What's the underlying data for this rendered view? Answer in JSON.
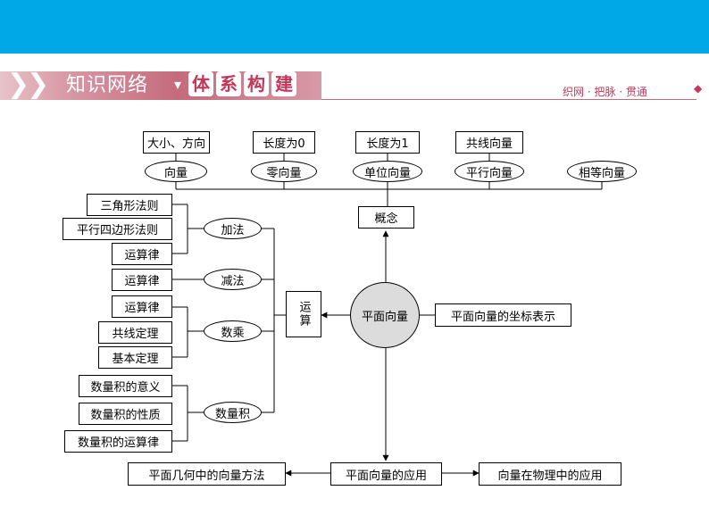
{
  "banner": {
    "title_left": "知识网络",
    "title_right_chars": [
      "体",
      "系",
      "构",
      "建"
    ],
    "subtitle": "织网 · 把脉 · 贯通"
  },
  "diagram": {
    "center": "平面向量",
    "concept": "概念",
    "operation": "运算",
    "coordinate": "平面向量的坐标表示",
    "application": "平面向量的应用",
    "app_left": "平面几何中的向量方法",
    "app_right": "向量在物理中的应用",
    "concepts_top": [
      "大小、方向",
      "长度为0",
      "长度为1",
      "共线向量"
    ],
    "concepts_ellipse": [
      "向量",
      "零向量",
      "单位向量",
      "平行向量",
      "相等向量"
    ],
    "ops": [
      "加法",
      "减法",
      "数乘",
      "数量积"
    ],
    "add_items": [
      "三角形法则",
      "平行四边形法则",
      "运算律"
    ],
    "sub_items": [
      "运算律"
    ],
    "mul_items": [
      "运算律",
      "共线定理",
      "基本定理"
    ],
    "dot_items": [
      "数量积的意义",
      "数量积的性质",
      "数量积的运算律"
    ]
  }
}
